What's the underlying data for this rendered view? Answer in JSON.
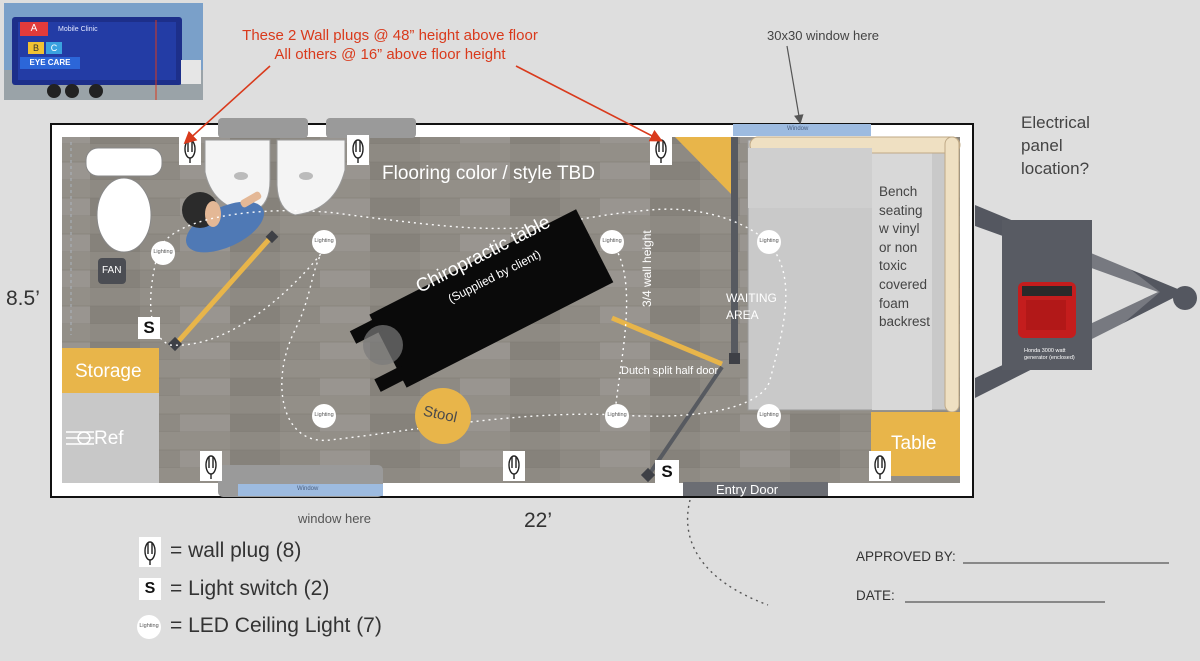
{
  "annotations": {
    "plugs_note_line1": "These 2 Wall plugs @ 48” height above floor",
    "plugs_note_line2": "All others @ 16” above floor height",
    "window_top_note": "30x30 window here",
    "electrical_panel": [
      "Electrical",
      "panel",
      "location?"
    ],
    "window_bottom_note": "window here",
    "width_dim": "8.5’",
    "length_dim": "22’"
  },
  "photo": {
    "sign_text": "Mobile Clinic",
    "brand": "EYE CARE",
    "blocks": [
      "A",
      "B",
      "C"
    ]
  },
  "rooms": {
    "flooring": "Flooring color / style TBD",
    "table_label": "Chiropractic table",
    "table_sub": "(Supplied by client)",
    "fan": "FAN",
    "storage": "Storage",
    "ref": "Ref",
    "stool": "Stool",
    "wall_height": "3/4 wall height",
    "waiting": [
      "WAITING",
      "AREA"
    ],
    "dutch_door": "Dutch split half door",
    "bench": [
      "Bench",
      "seating",
      "w vinyl",
      "or non",
      "toxic",
      "covered",
      "foam",
      "backrest"
    ],
    "table": "Table",
    "entry_door": "Entry Door",
    "window_small": "Window",
    "generator": [
      "Honda 3000 watt",
      "generator (enclosed)"
    ]
  },
  "symbols": {
    "switch_letter": "S",
    "light_word": "Lighting",
    "plug_glyph": "⏀"
  },
  "legend": {
    "plug": "= wall plug (8)",
    "switch": "= Light switch (2)",
    "light": "= LED Ceiling Light (7)"
  },
  "approval": {
    "approved_by": "APPROVED BY:",
    "date": "DATE:"
  },
  "colors": {
    "accent_orange": "#e8b54a",
    "annotation_red": "#d93a1c",
    "floor_gray": "#8f8b84",
    "wall_dark": "#575a60",
    "window_blue": "#9dbbe0"
  }
}
